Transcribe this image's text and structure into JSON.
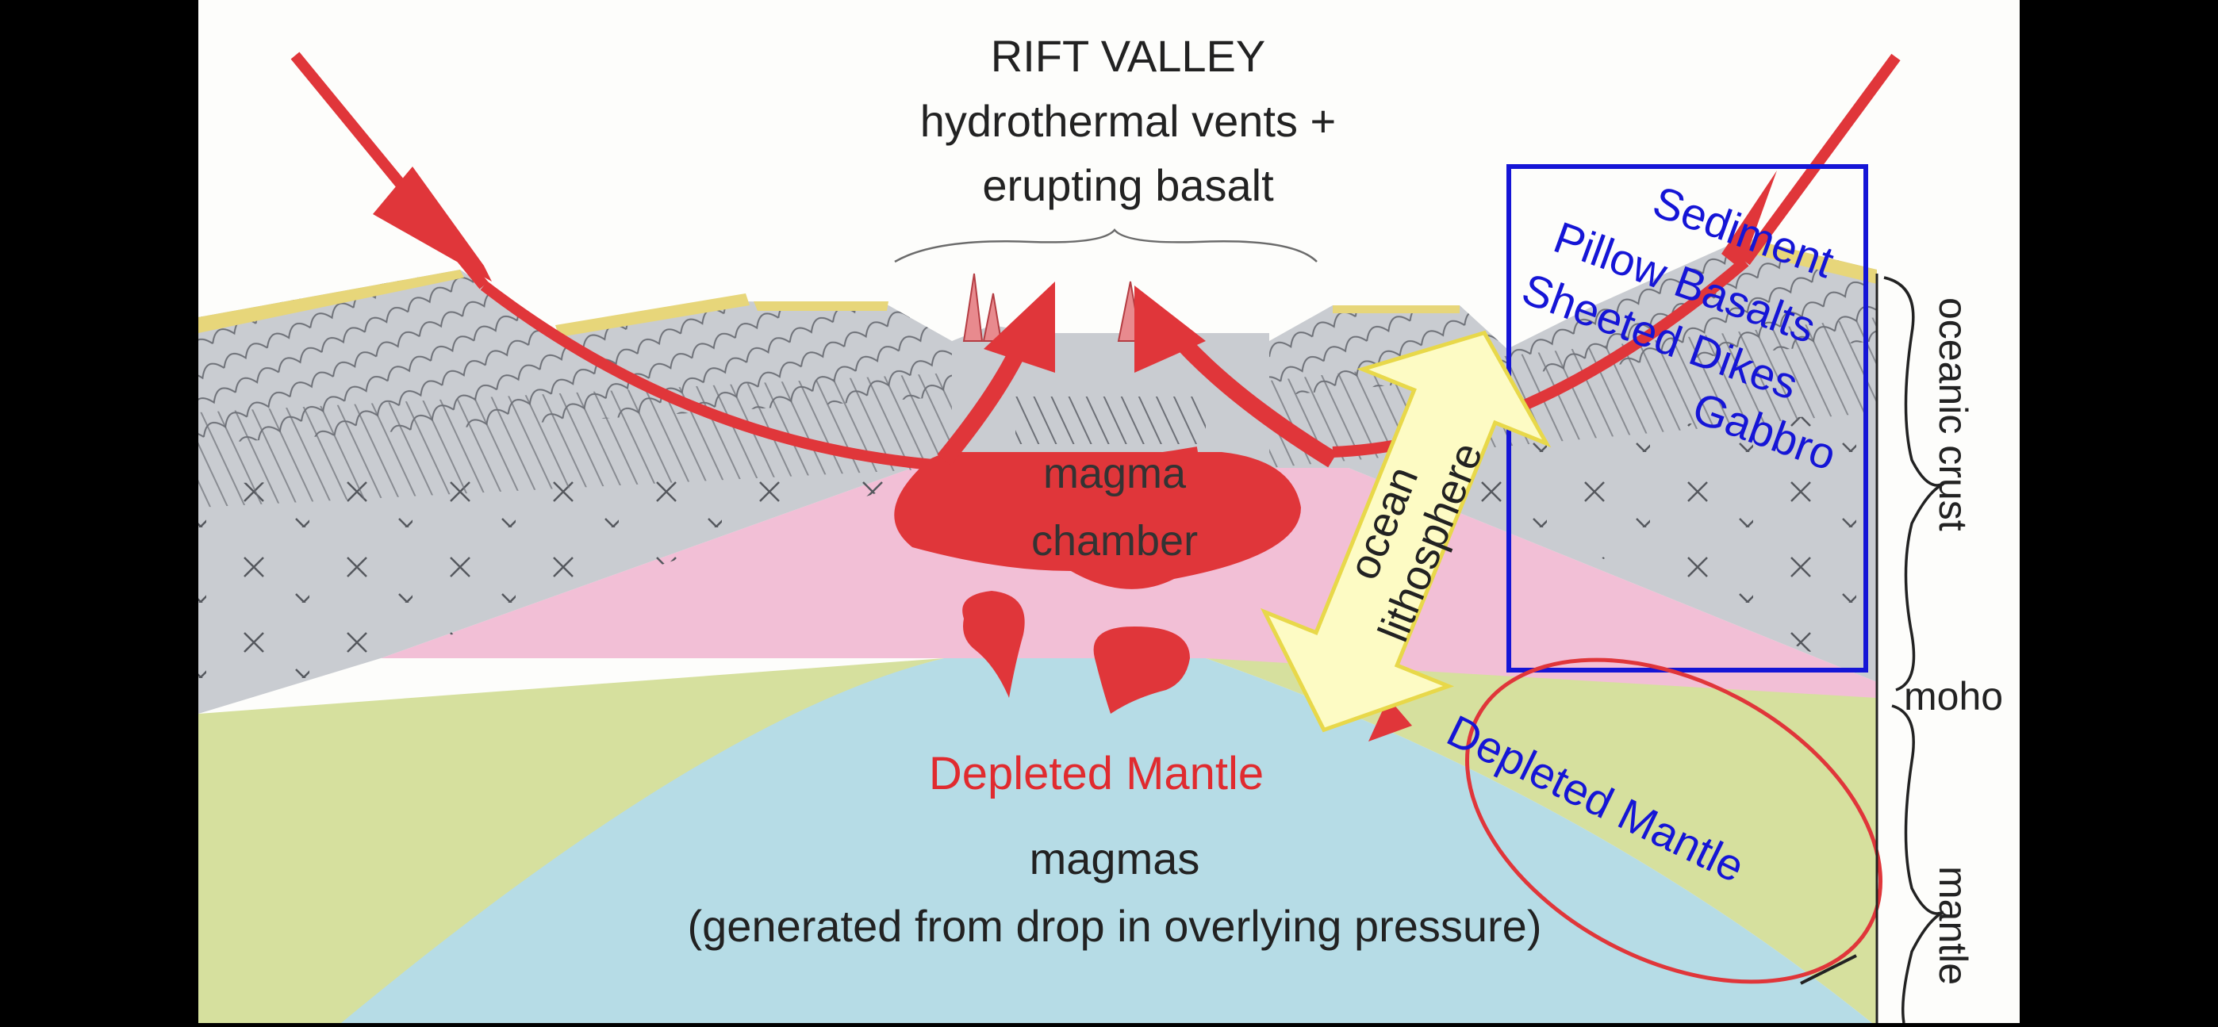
{
  "labels": {
    "rift_valley": "RIFT VALLEY",
    "hydrothermal": "hydrothermal vents +",
    "erupting": "erupting basalt",
    "magma": "magma",
    "chamber": "chamber",
    "depleted_mantle_center": "Depleted Mantle",
    "magmas": "magmas",
    "generated": "(generated from drop in overlying pressure)",
    "ocean": "ocean",
    "lithosphere": "lithosphere",
    "sediment": "Sediment",
    "pillow_basalts": "Pillow Basalts",
    "sheeted_dikes": "Sheeted Dikes",
    "gabbro": "Gabbro",
    "depleted_mantle_right": "Depleted Mantle",
    "oceanic_crust": "oceanic crust",
    "moho": "moho",
    "mantle": "mantle"
  },
  "colors": {
    "background": "#000000",
    "panel": "#fdfdfb",
    "crust_gray": "#c9ccd1",
    "sediment_yellow": "#e7d67a",
    "pink_zone": "#f2bfd6",
    "green_mantle": "#d6e09e",
    "blue_asthenosphere": "#b6dce6",
    "red": "#e0363a",
    "annotation_blue": "#1515d6",
    "arrow_fill": "#fdfbc4",
    "arrow_stroke": "#e8d84a"
  }
}
